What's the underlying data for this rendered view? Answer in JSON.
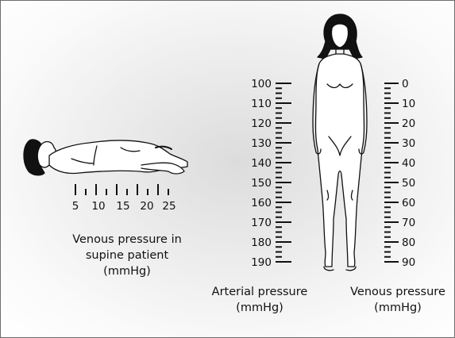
{
  "supine": {
    "ticks": [
      "5",
      "10",
      "15",
      "20",
      "25"
    ],
    "caption": [
      "Venous pressure in",
      "supine patient",
      "(mmHg)"
    ]
  },
  "arterial": {
    "ticks": [
      "100",
      "110",
      "120",
      "130",
      "140",
      "150",
      "160",
      "170",
      "180",
      "190"
    ],
    "caption": [
      "Arterial pressure",
      "(mmHg)"
    ]
  },
  "venous": {
    "ticks": [
      "0",
      "10",
      "20",
      "30",
      "40",
      "50",
      "60",
      "70",
      "80",
      "90"
    ],
    "caption": [
      "Venous pressure",
      "(mmHg)"
    ]
  },
  "figures": {
    "supine": "supine-patient-illustration",
    "standing": "standing-patient-illustration"
  },
  "colors": {
    "ink": "#111111",
    "frame": "#6e6e6e"
  }
}
